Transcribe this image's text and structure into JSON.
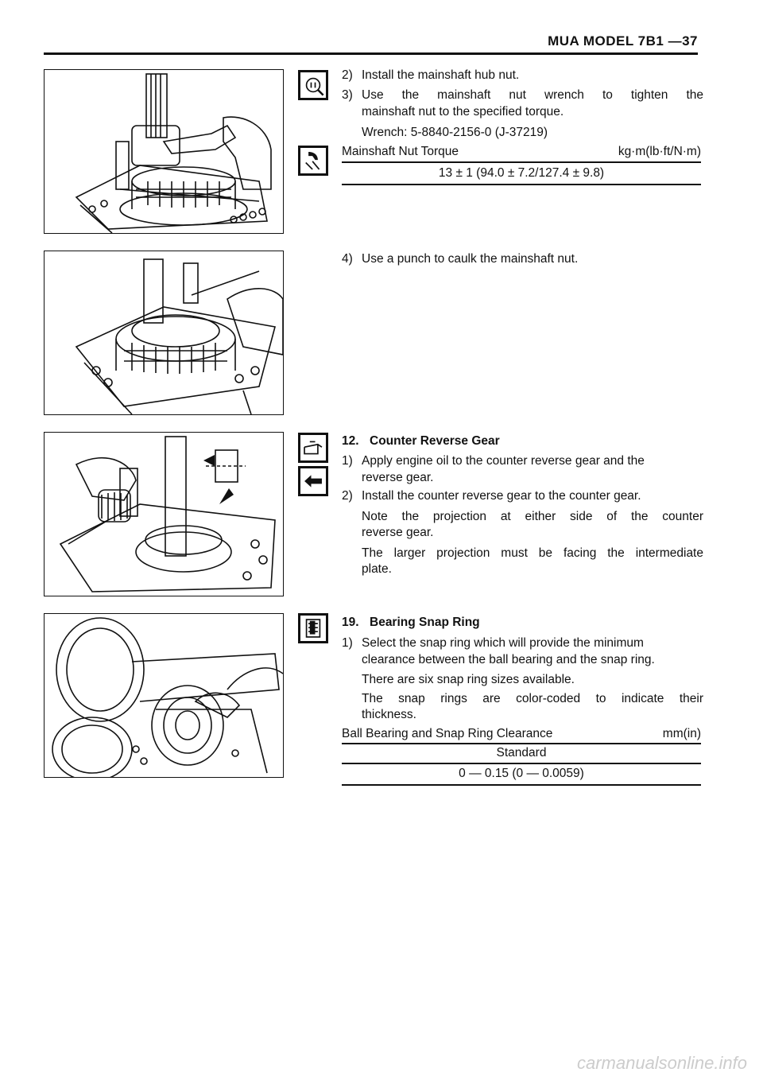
{
  "header": {
    "title": "MUA MODEL  7B1 —37"
  },
  "icons": {
    "torque_wrench": "torque-wrench-icon",
    "hammer_punch": "punch-icon",
    "oil_can": "oil-can-icon",
    "arrow_left": "arrow-left-icon",
    "select_part": "select-part-icon"
  },
  "section1": {
    "step2_num": "2)",
    "step2_text": "Install the mainshaft hub nut.",
    "step3_num": "3)",
    "step3_line1": "Use the mainshaft nut wrench to tighten the",
    "step3_line2": "mainshaft nut to the specified torque.",
    "wrench": "Wrench: 5-8840-2156-0 (J-37219)",
    "spec_label": "Mainshaft Nut Torque",
    "spec_unit": "kg·m(lb·ft/N·m)",
    "spec_value": "13 ± 1 (94.0 ± 7.2/127.4 ± 9.8)"
  },
  "section2": {
    "step4_num": "4)",
    "step4_text": "Use a punch to caulk the mainshaft nut."
  },
  "section3": {
    "title_num": "12.",
    "title": "Counter Reverse Gear",
    "step1_num": "1)",
    "step1_line1": "Apply engine oil to the counter reverse gear and the",
    "step1_line2": "reverse gear.",
    "step2_num": "2)",
    "step2_text": "Install the counter reverse gear to the counter gear.",
    "note_line1": "Note the projection at either side of the counter",
    "note_line2": "reverse gear.",
    "note2_line1": "The larger projection must be facing the intermediate",
    "note2_line2": "plate."
  },
  "section4": {
    "title_num": "19.",
    "title": "Bearing Snap Ring",
    "step1_num": "1)",
    "step1_line1": "Select the snap ring which will provide the minimum",
    "step1_line2": "clearance between the ball bearing and the snap ring.",
    "p1": "There are six snap ring sizes available.",
    "p2_line1": "The snap rings are color-coded to indicate their",
    "p2_line2": "thickness.",
    "spec_label": "Ball Bearing and Snap Ring Clearance",
    "spec_unit": "mm(in)",
    "spec_sub": "Standard",
    "spec_value": "0 — 0.15 (0 — 0.0059)"
  },
  "footer": {
    "watermark": "carmanualsonline.info"
  }
}
